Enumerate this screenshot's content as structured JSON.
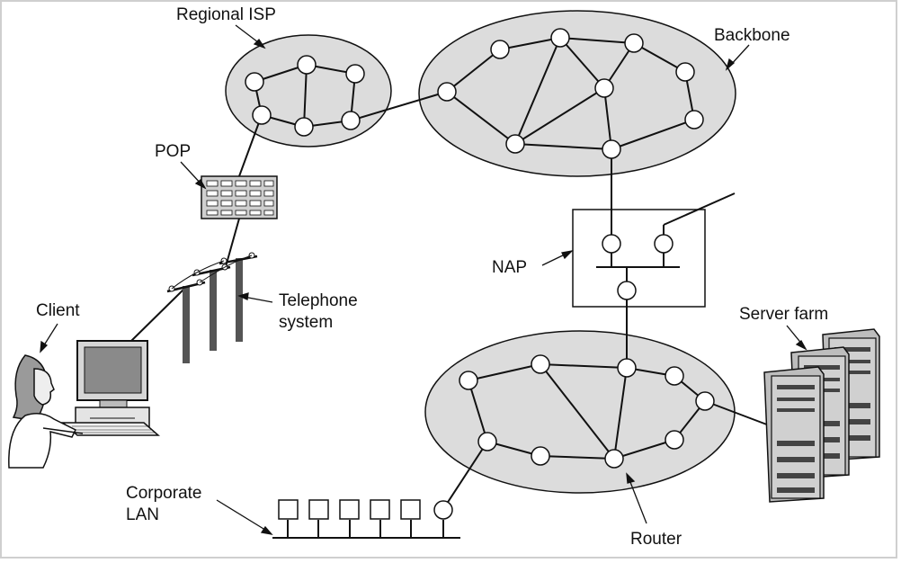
{
  "labels": {
    "regional_isp": "Regional ISP",
    "backbone": "Backbone",
    "pop": "POP",
    "nap": "NAP",
    "client": "Client",
    "telephone_line1": "Telephone",
    "telephone_line2": "system",
    "server_farm": "Server farm",
    "corporate_line1": "Corporate",
    "corporate_line2": "LAN",
    "router": "Router"
  },
  "colors": {
    "cloud_fill": "#dcdcdc",
    "stroke": "#111111",
    "node_fill": "#ffffff",
    "pole": "#555555",
    "server_body": "#c8c8c8"
  },
  "icons": [
    "pop-panel-icon",
    "telephone-pole-icon",
    "client-computer-icon",
    "person-icon",
    "server-icon",
    "lan-host-icon",
    "router-node-icon"
  ]
}
